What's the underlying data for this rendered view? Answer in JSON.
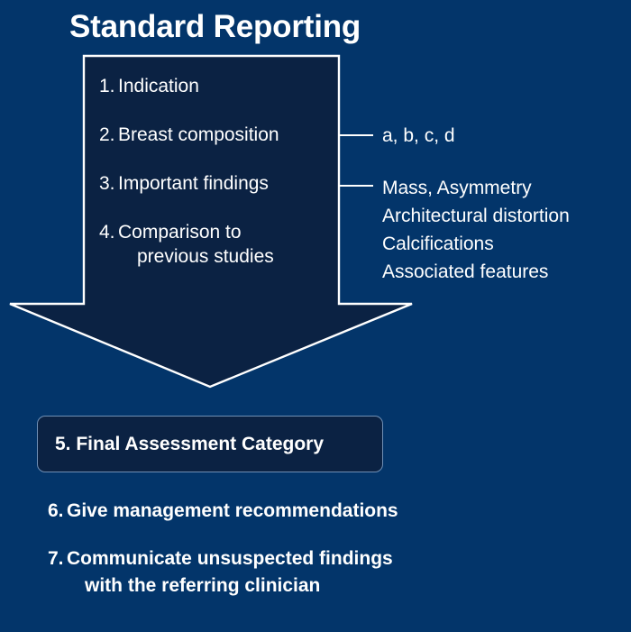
{
  "slide": {
    "title": "Standard Reporting",
    "background_color": "#03356a",
    "box_fill_color": "#0b2243",
    "outline_color": "#ffffff",
    "text_color": "#ffffff",
    "rounded_box_border_color": "#6f8fb5"
  },
  "flow": {
    "arrow_shape": "down-arrow-pentagon",
    "steps_in_arrow": [
      {
        "number": "1.",
        "label": "Indication",
        "continuation": ""
      },
      {
        "number": "2.",
        "label": "Breast composition",
        "continuation": ""
      },
      {
        "number": "3.",
        "label": "Important findings",
        "continuation": ""
      },
      {
        "number": "4.",
        "label": "Comparison to",
        "continuation": "previous studies"
      }
    ],
    "annotations": [
      {
        "for_step": "2.",
        "connector": "leader-line",
        "lines": [
          "a, b, c, d"
        ]
      },
      {
        "for_step": "3.",
        "connector": "leader-line",
        "lines": [
          "Mass, Asymmetry",
          "Architectural distortion",
          "Calcifications",
          "Associated features"
        ]
      }
    ],
    "final_assessment": {
      "number": "5.",
      "label": "5. Final Assessment Category"
    },
    "closing_steps": [
      {
        "number": "6.",
        "label": "Give management recommendations",
        "continuation": ""
      },
      {
        "number": "7.",
        "label": "Communicate unsuspected findings",
        "continuation": "with the referring clinician"
      }
    ]
  }
}
